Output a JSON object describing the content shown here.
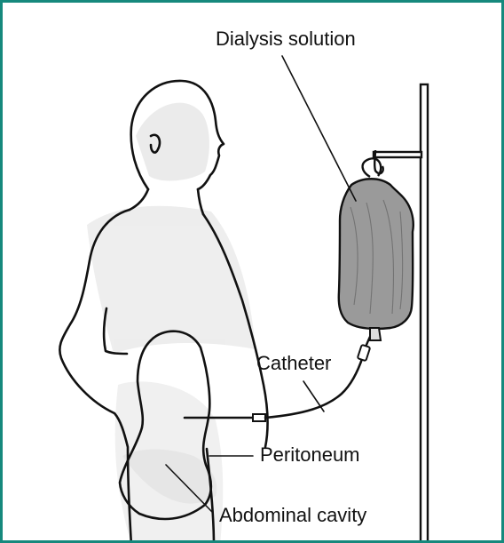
{
  "diagram": {
    "labels": {
      "dialysis_solution": "Dialysis solution",
      "catheter": "Catheter",
      "peritoneum": "Peritoneum",
      "abdominal_cavity": "Abdominal cavity"
    },
    "colors": {
      "frame": "#16897d",
      "ink": "#111111",
      "bag_fill": "#9a9a9a",
      "body_shade": "#e9e9e9"
    }
  }
}
